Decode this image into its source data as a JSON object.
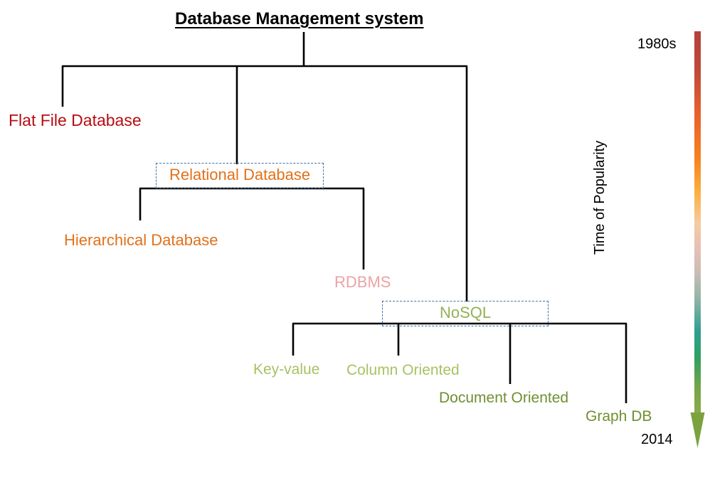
{
  "diagram": {
    "title": "Database Management system",
    "nodes": {
      "flat_file": "Flat File Database",
      "relational": "Relational Database",
      "hierarchical": "Hierarchical Database",
      "rdbms": "RDBMS",
      "nosql": "NoSQL",
      "key_value": "Key-value",
      "column_oriented": "Column Oriented",
      "document_oriented": "Document Oriented",
      "graph_db": "Graph DB"
    }
  },
  "timeline": {
    "start_year": "1980s",
    "end_year": "2014",
    "caption": "Time of Popularity",
    "arrow_icon": "down-arrow-icon"
  },
  "colors": {
    "title": "#000000",
    "flat_file": "#b60d12",
    "relational": "#e2711a",
    "hierarchical": "#e2711a",
    "rdbms": "#eba3a4",
    "nosql": "#94b153",
    "key_value": "#a8c263",
    "column_oriented": "#a8c263",
    "document_oriented": "#6f8f32",
    "graph_db": "#6f8f32",
    "box_border": "#4472a8",
    "connector": "#000000",
    "gradient_start": "#b5413c",
    "gradient_mid_orange": "#f08a21",
    "gradient_mid_pink": "#e5bdb3",
    "gradient_teal": "#2a9e8d",
    "gradient_end": "#7ba23f"
  }
}
